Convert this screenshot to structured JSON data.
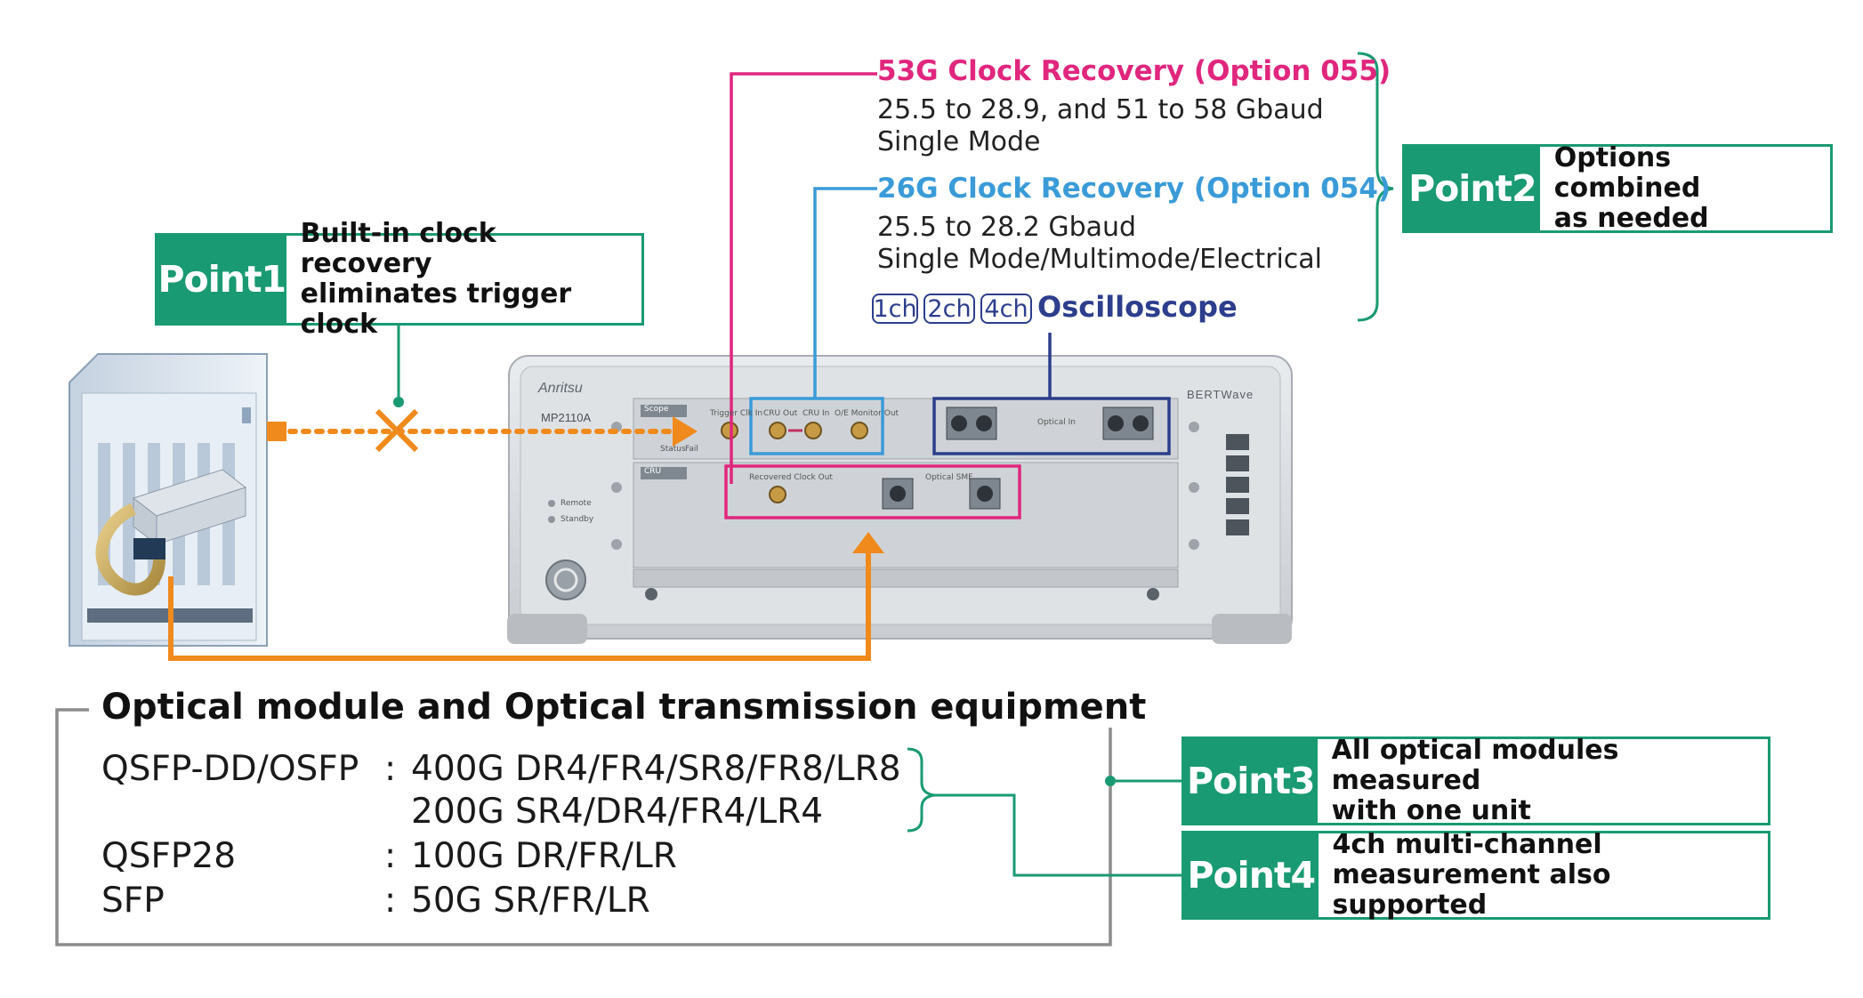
{
  "options": {
    "opt055": {
      "title": "53G Clock Recovery (Option 055)",
      "line1": "25.5 to 28.9, and 51 to 58 Gbaud",
      "line2": "Single Mode",
      "color": "#e0267d"
    },
    "opt054": {
      "title": "26G Clock Recovery (Option 054)",
      "line1": "25.5 to 28.2 Gbaud",
      "line2": "Single Mode/Multimode/Electrical",
      "color": "#3a9bd8"
    },
    "oscilloscope": {
      "chips": [
        "1ch",
        "2ch",
        "4ch"
      ],
      "label": "Oscilloscope",
      "color": "#2c3e8c"
    }
  },
  "points": {
    "point1": {
      "label": "Point1",
      "line1": "Built-in clock recovery",
      "line2": "eliminates trigger clock"
    },
    "point2": {
      "label": "Point2",
      "line1": "Options combined",
      "line2": "as needed"
    },
    "point3": {
      "label": "Point3",
      "line1": "All optical modules measured",
      "line2": "with one unit"
    },
    "point4": {
      "label": "Point4",
      "line1": "4ch multi-channel",
      "line2": "measurement also supported"
    }
  },
  "equipment": {
    "heading": "Optical module and Optical transmission equipment",
    "rows": [
      {
        "name": "QSFP-DD/OSFP",
        "sep": ":",
        "value": "400G DR4/FR4/SR8/FR8/LR8"
      },
      {
        "name": "",
        "sep": "",
        "value": "200G SR4/DR4/FR4/LR4"
      },
      {
        "name": "QSFP28",
        "sep": ":",
        "value": "100G DR/FR/LR"
      },
      {
        "name": "SFP",
        "sep": ":",
        "value": "50G SR/FR/LR"
      }
    ]
  },
  "instrument": {
    "brand": "Anritsu",
    "model": "MP2110A",
    "product_logo": "BERTWave",
    "panel_scope_tab": "Scope",
    "panel_cru_tab": "CRU",
    "labels": {
      "trigger_in": "Trigger Clk In",
      "cru_out": "CRU Out",
      "cru_in": "CRU In",
      "oe_monitor_out": "O/E Monitor Out",
      "optical_in": "Optical In",
      "recovered_clock_out": "Recovered Clock Out",
      "optical_smf": "Optical SMF",
      "status": "Status",
      "fail": "Fail",
      "remote": "Remote",
      "standby": "Standby"
    }
  },
  "colors": {
    "green": "#1a9a72",
    "orange": "#f08a1c",
    "gray_frame": "#8c8c8c"
  }
}
